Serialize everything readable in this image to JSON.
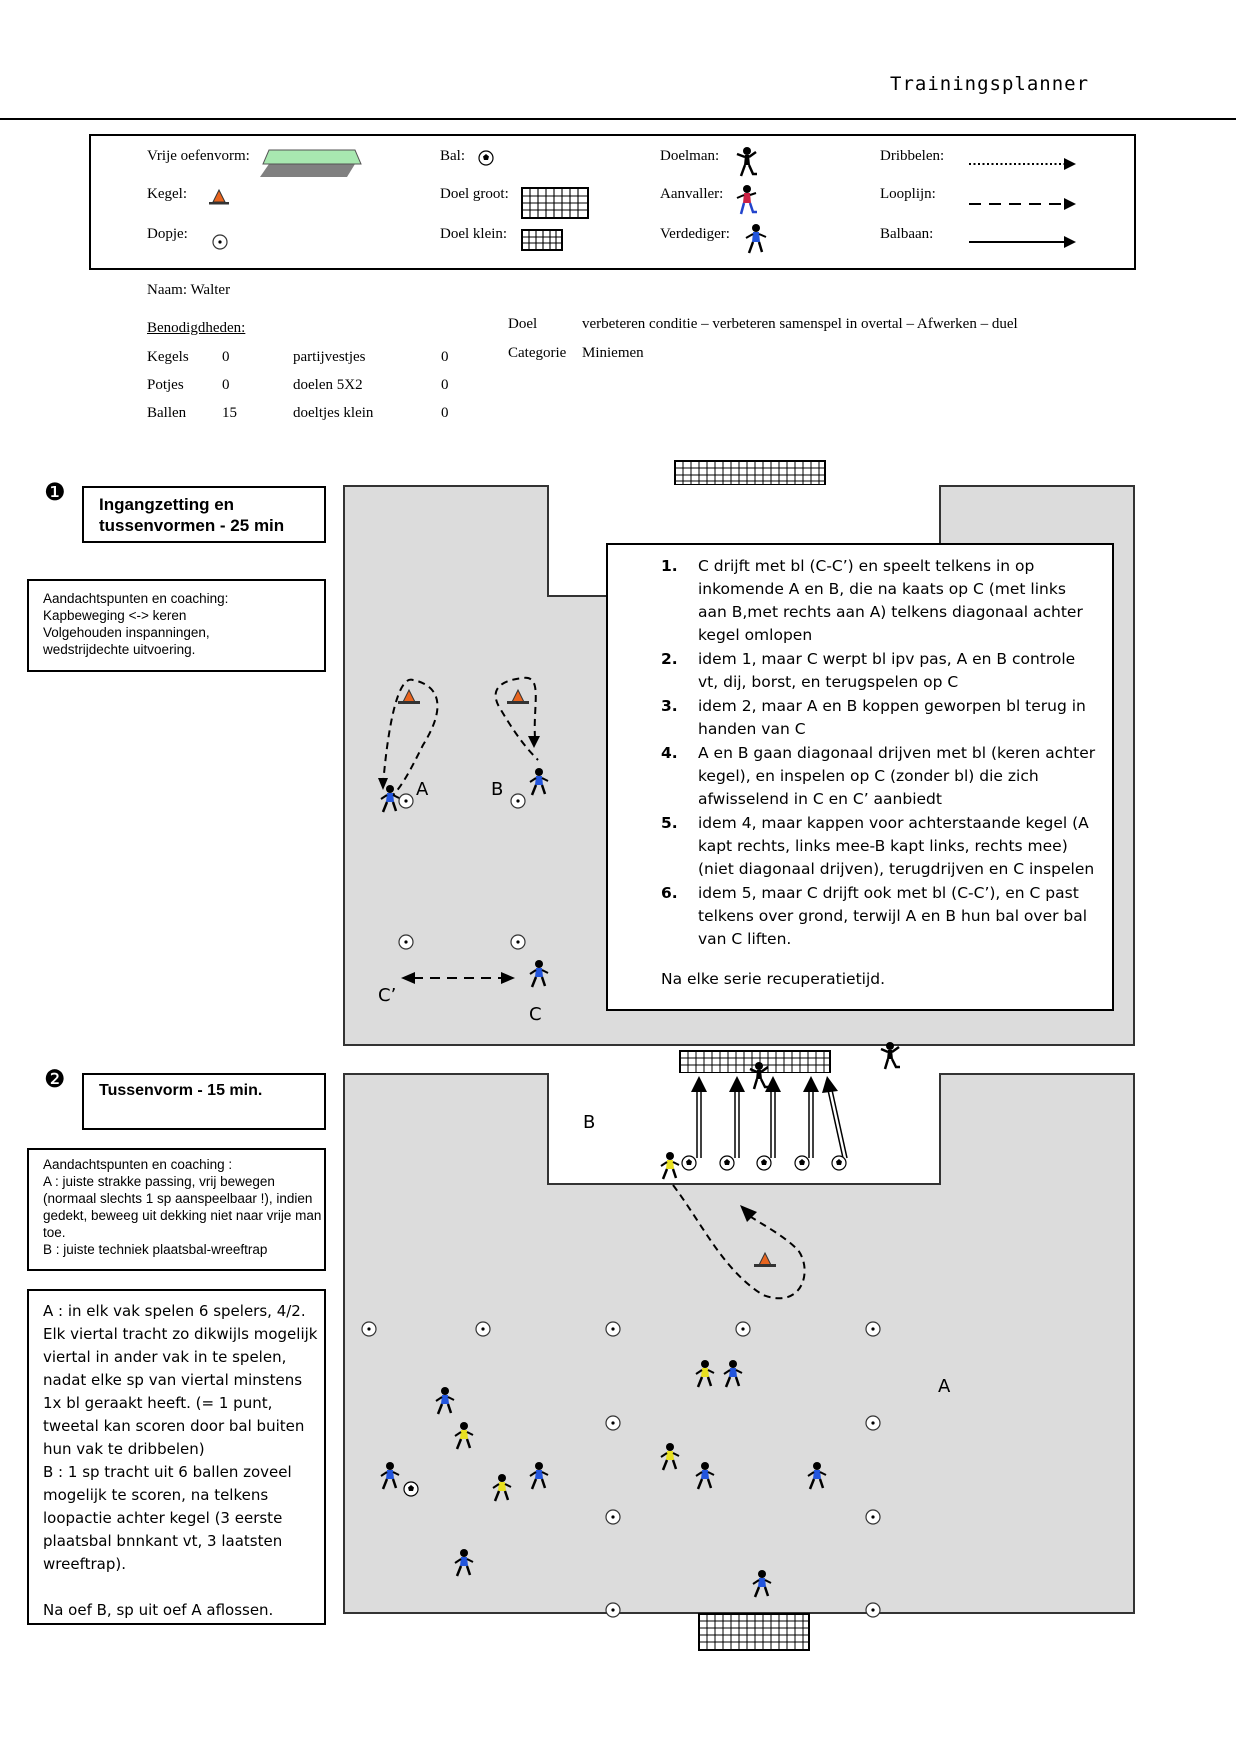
{
  "header": {
    "title": "Trainingsplanner"
  },
  "legend": {
    "vrije_oefenvorm": "Vrije oefenvorm:",
    "kegel": "Kegel:",
    "dopje": "Dopje:",
    "bal": "Bal:",
    "doel_groot": "Doel groot:",
    "doel_klein": "Doel klein:",
    "doelman": "Doelman:",
    "aanvaller": "Aanvaller:",
    "verdediger": "Verdediger:",
    "dribbelen": "Dribbelen:",
    "looplijn": "Looplijn:",
    "balbaan": "Balbaan:"
  },
  "info": {
    "naam": "Naam: Walter",
    "benodigdheden": "Benodigdheden:",
    "materials": [
      {
        "name": "Kegels",
        "qty": "0",
        "name2": "partijvestjes",
        "qty2": "0"
      },
      {
        "name": "Potjes",
        "qty": "0",
        "name2": "doelen 5X2",
        "qty2": "0"
      },
      {
        "name": "Ballen",
        "qty": "15",
        "name2": "doeltjes klein",
        "qty2": "0"
      }
    ],
    "doel_label": "Doel",
    "doel_value": "verbeteren conditie – verbeteren samenspel in overtal  – Afwerken  – duel",
    "categorie_label": "Categorie",
    "categorie_value": "Miniemen"
  },
  "section1": {
    "bullet": "❶",
    "title": "Ingangzetting en tussenvormen - 25 min",
    "coaching": "Aandachtspunten en coaching:\nKapbeweging  <-> keren\nVolgehouden inspanningen,\nwedstrijdechte uitvoering.",
    "labels": {
      "a": "A",
      "b": "B",
      "c": "C",
      "c2": "C’"
    },
    "instructions": [
      {
        "n": "1.",
        "text": "C drijft met bl (C-C’) en speelt telkens in op inkomende A en B, die na kaats op C (met links aan B,met rechts aan A) telkens diagonaal achter kegel omlopen"
      },
      {
        "n": "2.",
        "text": "idem 1, maar C werpt bl ipv pas, A en B controle vt, dij, borst, en terugspelen op C"
      },
      {
        "n": "3.",
        "text": "idem 2, maar A en B koppen geworpen bl terug in handen van C"
      },
      {
        "n": "4.",
        "text": "A en B gaan diagonaal drijven met bl (keren achter kegel), en inspelen op C (zonder bl) die zich afwisselend in C en C’ aanbiedt"
      },
      {
        "n": "5.",
        "text": "idem 4, maar kappen voor achterstaande kegel (A kapt rechts, links mee-B kapt links, rechts mee) (niet diagonaal drijven), terugdrijven en C inspelen"
      },
      {
        "n": "6.",
        "text": "idem 5, maar C drijft ook met bl (C-C’), en C past telkens over grond, terwijl A en B hun bal over bal van C liften."
      }
    ],
    "footer": "Na elke serie recuperatietijd."
  },
  "section2": {
    "bullet": "❷",
    "title": "Tussenvorm - 15 min.",
    "coaching": "Aandachtspunten en coaching :\nA : juiste strakke passing, vrij bewegen (normaal slechts 1 sp aanspeelbaar !), indien gedekt, beweeg uit dekking niet naar vrije man toe.\nB : juiste techniek plaatsbal-wreeftrap",
    "description": "A : in elk vak spelen 6 spelers, 4/2.  Elk viertal tracht zo dikwijls mogelijk viertal in ander vak in te spelen, nadat elke sp van viertal minstens 1x bl geraakt heeft. (= 1 punt, tweetal kan scoren door bal buiten hun vak te dribbelen)\nB : 1 sp tracht uit 6 ballen zoveel mogelijk te scoren, na telkens loopactie achter kegel (3 eerste plaatsbal bnnkant vt, 3 laatsten wreeftrap).\n\nNa oef B, sp uit oef A aflossen.",
    "labels": {
      "a": "A",
      "b": "B"
    }
  },
  "colors": {
    "field": "#dcdcdc",
    "cone": "#e8641e",
    "attacker": "#2244cc",
    "defender": "#2255dd",
    "yellow": "#e8e020",
    "green": "#a8e8b0"
  }
}
